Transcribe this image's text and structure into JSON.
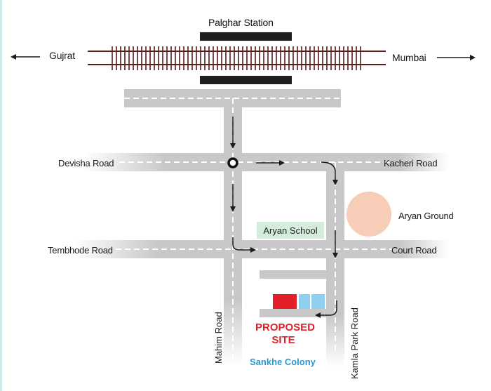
{
  "map": {
    "station": "Palghar Station",
    "directions": {
      "left": {
        "label": "Gujrat",
        "arrow": "arrow-left"
      },
      "right": {
        "label": "Mumbai",
        "arrow": "arrow-right"
      }
    },
    "roads": {
      "devisha": "Devisha Road",
      "kacheri": "Kacheri Road",
      "tembhode": "Tembhode Road",
      "court": "Court Road",
      "mahim": "Mahim Road",
      "kamla_park": "Kamla Park Road"
    },
    "landmarks": {
      "school": "Aryan School",
      "ground": "Aryan Ground",
      "colony": "Sankhe Colony"
    },
    "site": {
      "line1": "PROPOSED",
      "line2": "SITE"
    },
    "colors": {
      "road": "#c8c8c8",
      "rail": "#5a1a1a",
      "platform": "#1e1e1e",
      "ground": "#f8cdb8",
      "school_bg": "#d3ecdc",
      "site_red": "#e3202a",
      "site_blue": "#8fd0f0",
      "site_text": "#e0212b",
      "colony_text": "#2a9ad6"
    }
  }
}
